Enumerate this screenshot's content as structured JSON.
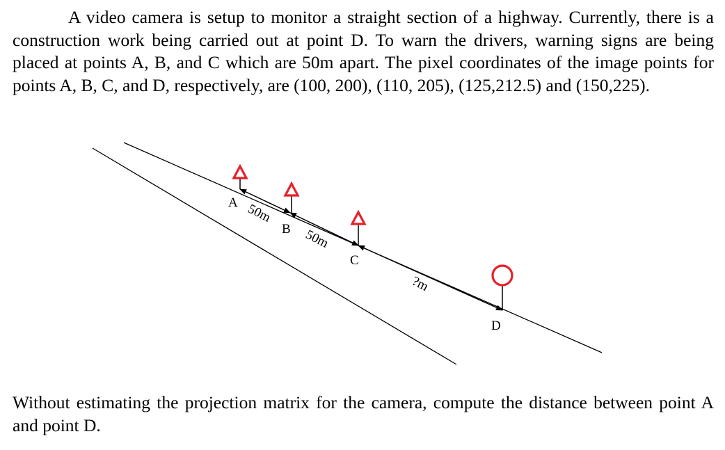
{
  "problem": {
    "intro": "A video camera is setup to monitor a straight section of a highway. Currently, there is a construction work being carried out at point D. To warn the drivers, warning signs are being placed at points A, B, and C which are 50m apart. The pixel coordinates of the image points for points A, B, C, and D, respectively, are (100, 200), (110, 205), (125,212.5) and (150,225).",
    "question": "Without estimating the projection matrix for the camera, compute the distance between point A and point D."
  },
  "figure": {
    "points": {
      "a": "A",
      "b": "B",
      "c": "C",
      "d": "D"
    },
    "distances": {
      "ab": "50m",
      "bc": "50m",
      "cd": "?m"
    },
    "colors": {
      "warning_sign": "#e8202a",
      "lines": "#000000"
    }
  }
}
